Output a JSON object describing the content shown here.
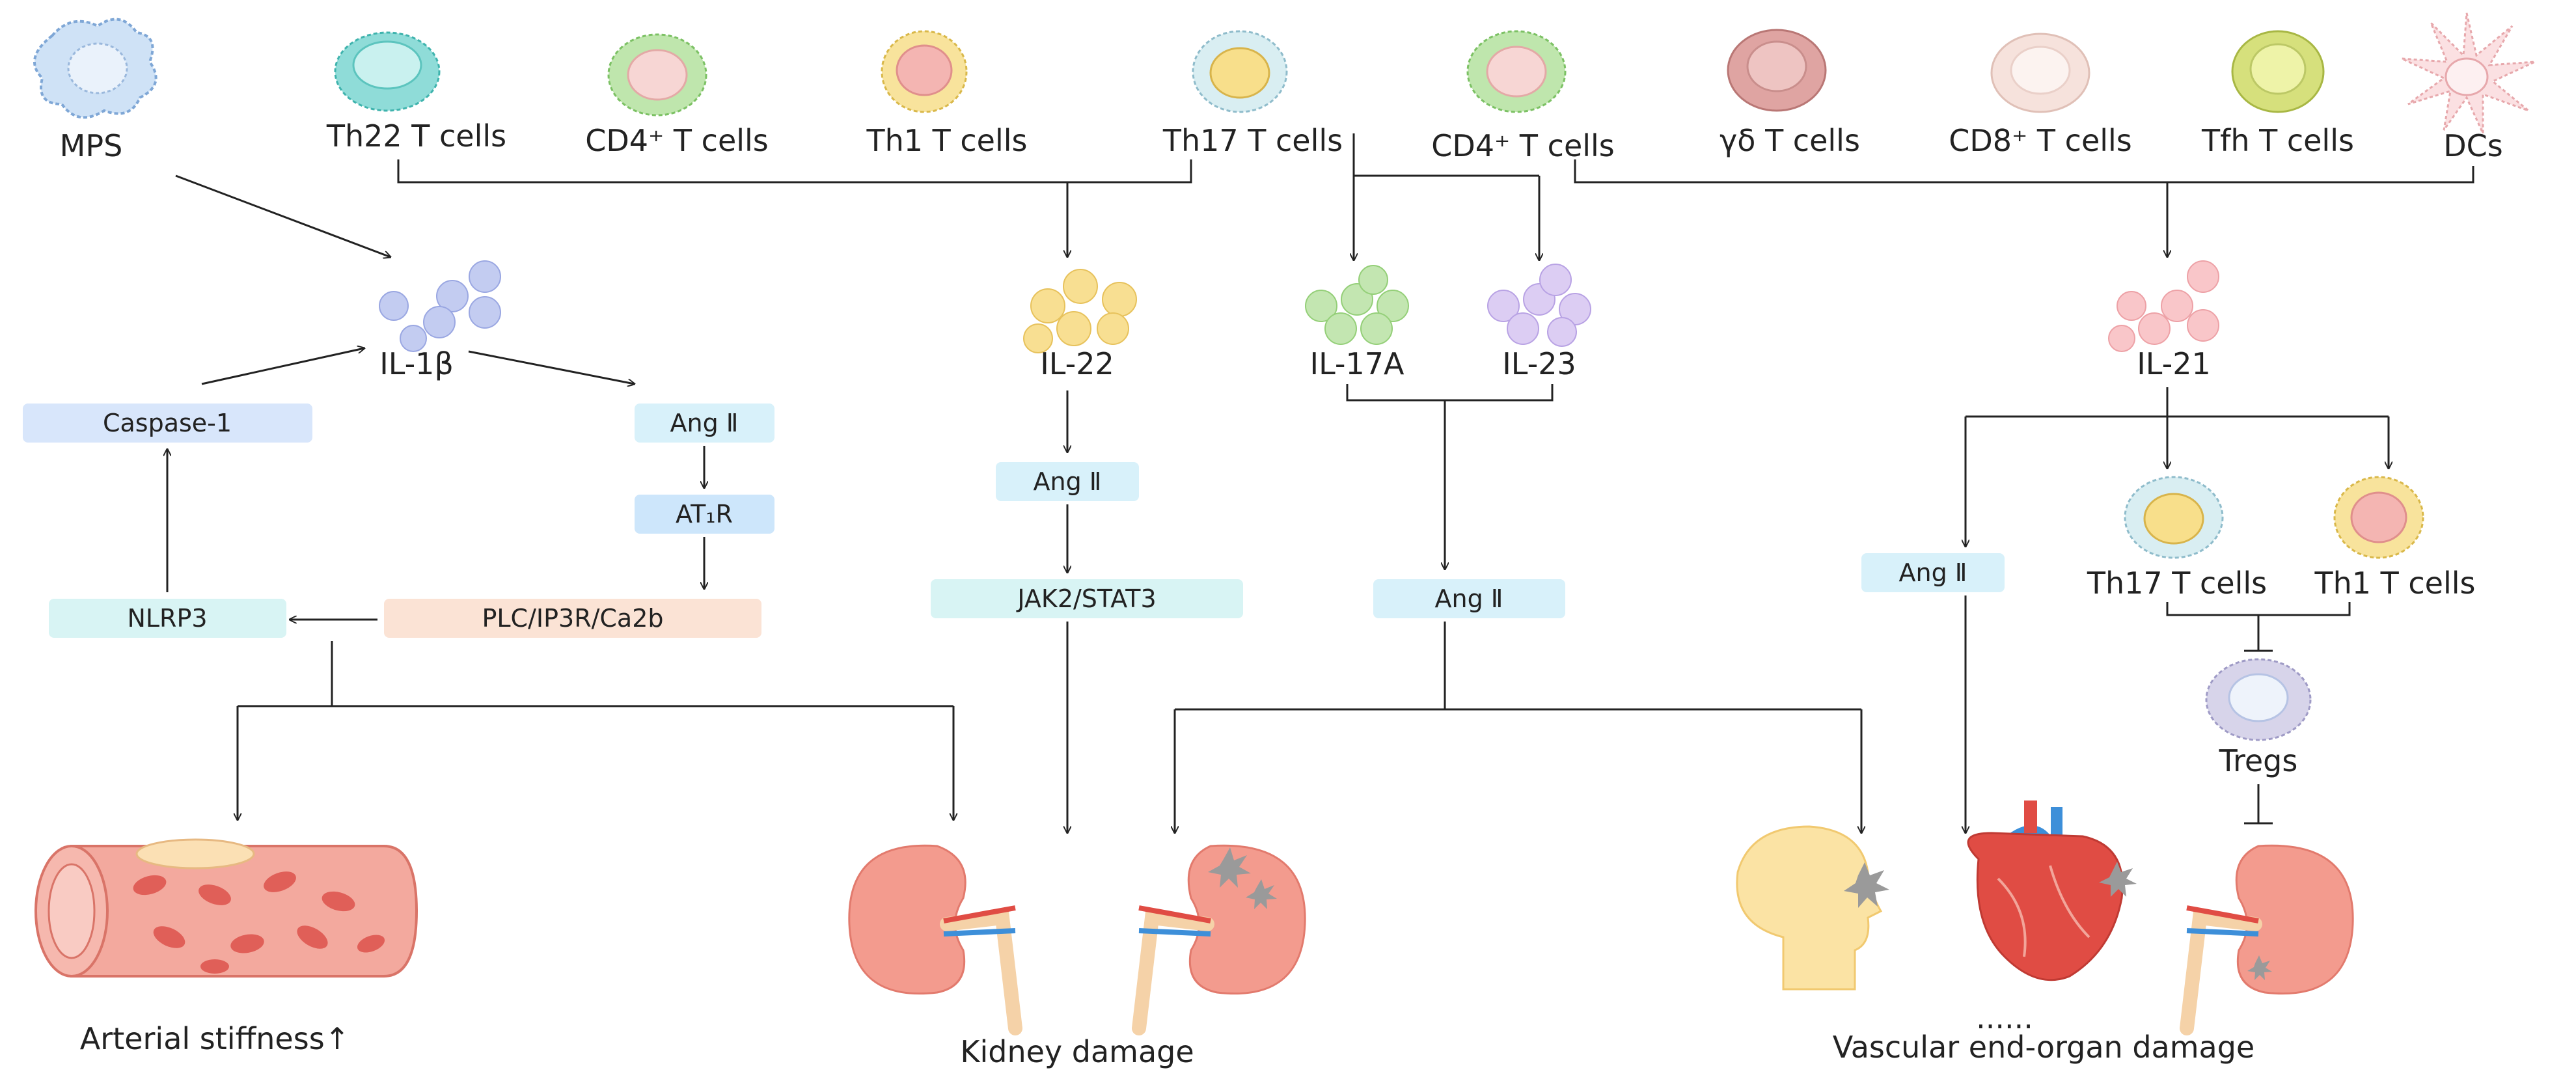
{
  "cells_top": {
    "mps": "MPS",
    "th22": "Th22 T cells",
    "cd4_a": "CD4⁺ T cells",
    "th1_a": "Th1 T cells",
    "th17_a": "Th17 T cells",
    "cd4_b": "CD4⁺ T cells",
    "gd": "γδ T cells",
    "cd8": "CD8⁺ T cells",
    "tfh": "Tfh T cells",
    "dcs": "DCs"
  },
  "cytokines": {
    "il1b": "IL-1β",
    "il22": "IL-22",
    "il17a": "IL-17A",
    "il23": "IL-23",
    "il21": "IL-21"
  },
  "boxes": {
    "caspase1": "Caspase-1",
    "angii_1": "Ang Ⅱ",
    "at1r": "AT₁R",
    "nlrp3": "NLRP3",
    "plc": "PLC/IP3R/Ca2b",
    "angii_2": "Ang Ⅱ",
    "jak2": "JAK2/STAT3",
    "angii_3": "Ang Ⅱ",
    "angii_4": "Ang Ⅱ"
  },
  "lower_cells": {
    "th17_b": "Th17 T cells",
    "th1_b": "Th1 T cells",
    "tregs": "Tregs"
  },
  "outcomes": {
    "arterial": "Arterial stiffness↑",
    "kidney": "Kidney damage",
    "vascular": "Vascular end-organ damage",
    "ellipsis": "......"
  },
  "colors": {
    "mps": "#9fc3e8",
    "th22": "#7fd6d2",
    "cd4": "#9bd68a",
    "th1": "#f4b8b0",
    "th17": "#f5d77a",
    "gd": "#d99a98",
    "cd8": "#f1d6cf",
    "tfh": "#c7d86a",
    "dcs": "#f6c4c6",
    "il1b": "#b9c4ee",
    "il22": "#f6d98a",
    "il17a": "#b8e0a4",
    "il23": "#d4c2ee",
    "il21": "#f7bcc0",
    "box_blue": "#d8e6fb",
    "box_cyan": "#d8f4f4",
    "box_peach": "#fbe3d5",
    "organ": "#f39b8e",
    "vessel": "#f2a59a",
    "head": "#fbe3a4"
  }
}
